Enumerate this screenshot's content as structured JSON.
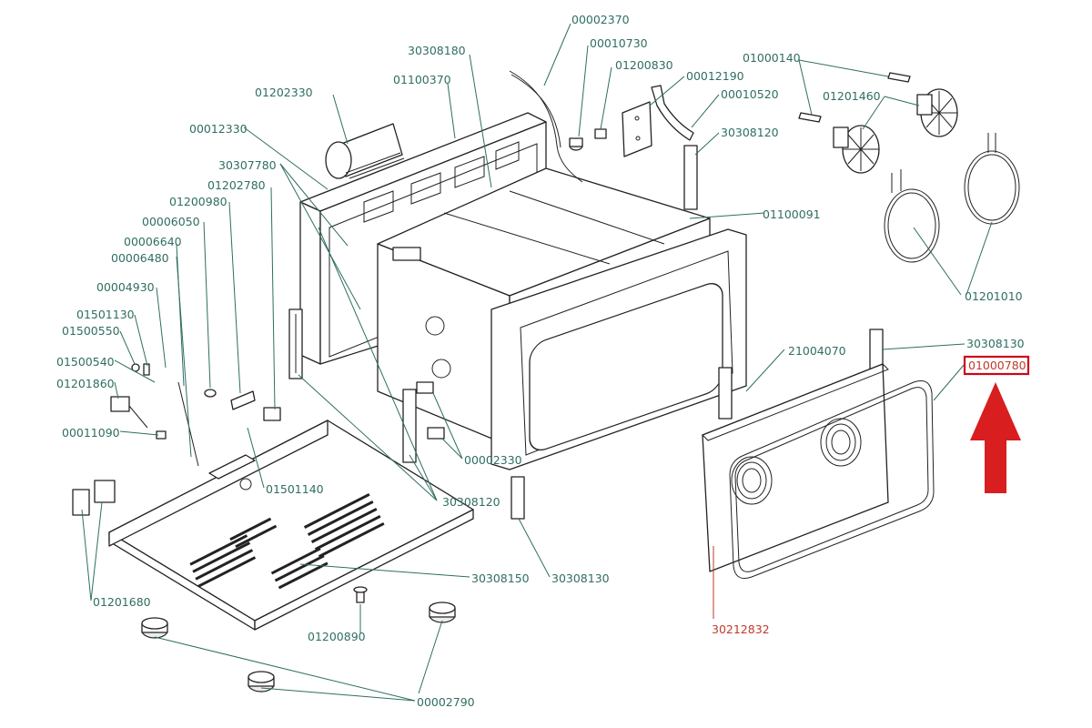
{
  "part_numbers": {
    "p00002370": "00002370",
    "p30308180": "30308180",
    "p00010730": "00010730",
    "p01200830": "01200830",
    "p00012190": "00012190",
    "p01000140": "01000140",
    "p01201460": "01201460",
    "p00010520": "00010520",
    "p01100370": "01100370",
    "p01202330": "01202330",
    "p00012330": "00012330",
    "p30308120a": "30308120",
    "p30307780": "30307780",
    "p01202780": "01202780",
    "p01200980": "01200980",
    "p00006050": "00006050",
    "p00006640": "00006640",
    "p00006480": "00006480",
    "p01100091": "01100091",
    "p00004930": "00004930",
    "p01501130": "01501130",
    "p01500550": "01500550",
    "p01500540": "01500540",
    "p01201860": "01201860",
    "p00011090": "00011090",
    "p01201010": "01201010",
    "p21004070": "21004070",
    "p30308130a": "30308130",
    "p01000780": "01000780",
    "p00002330": "00002330",
    "p01501140": "01501140",
    "p30308120b": "30308120",
    "p01201680": "01201680",
    "p30308150": "30308150",
    "p30308130b": "30308130",
    "p30212832": "30212832",
    "p01200890": "01200890",
    "p00002790": "00002790"
  },
  "highlight": {
    "part": "01000780",
    "box_color": "#d0021b",
    "arrow_color": "#d81e1e",
    "arrow_direction": "up"
  },
  "colors": {
    "label": "#2f6e62",
    "label_highlight": "#c0392b",
    "line_art": "#222222"
  }
}
